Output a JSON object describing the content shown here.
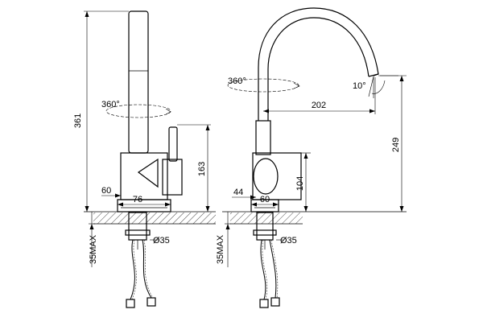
{
  "labels": {
    "height_total": "361",
    "rotation_left": "360°",
    "handle_height": "163",
    "base_diameter": "60",
    "body_width": "76",
    "mount_diameter_left": "Ø35",
    "max_thickness_left": "35MAX",
    "rotation_right": "360°",
    "spout_angle": "10°",
    "spout_reach": "202",
    "spout_height": "249",
    "body_height": "104",
    "base_offset": "44",
    "base_width": "60",
    "mount_diameter_right": "Ø35",
    "max_thickness_right": "35MAX"
  }
}
